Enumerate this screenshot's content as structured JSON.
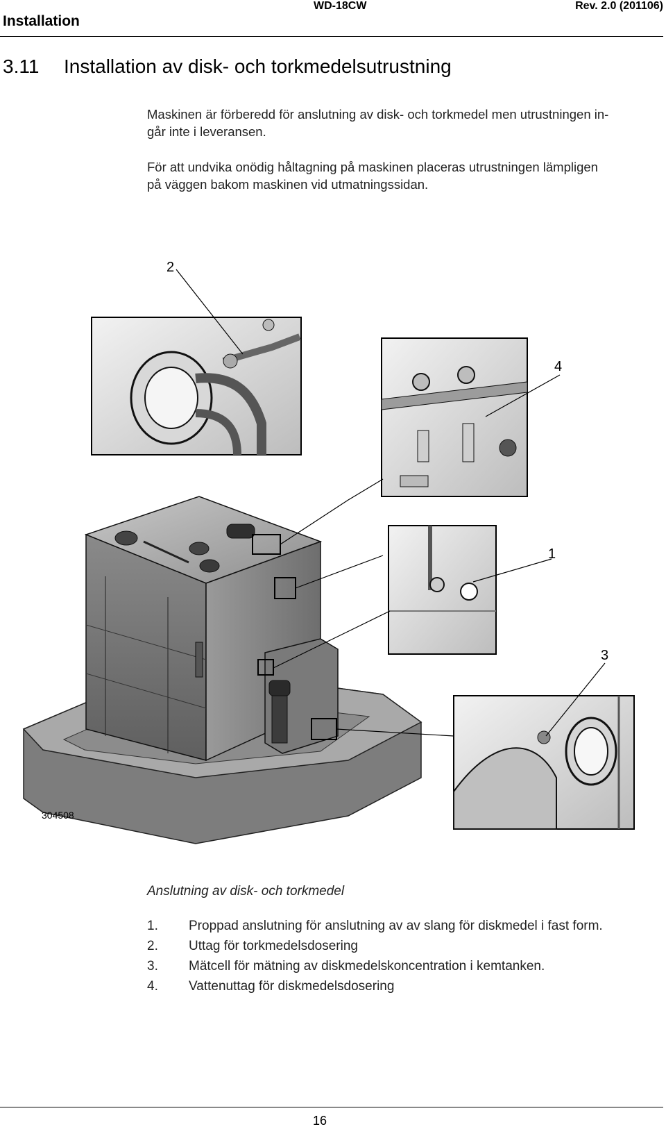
{
  "header": {
    "section": "Installation",
    "model": "WD-18CW",
    "revision": "Rev. 2.0 (201106)"
  },
  "section": {
    "number": "3.11",
    "title": "Installation av disk- och torkmedelsutrustning"
  },
  "paragraphs": {
    "p1_line1": "Maskinen är förberedd för anslutning av disk- och torkmedel men utrustningen in-",
    "p1_line2": "går inte i leveransen.",
    "p2_line1": "För att undvika onödig håltagning på maskinen placeras utrustningen lämpligen",
    "p2_line2": "på väggen bakom maskinen vid utmatningssidan."
  },
  "figure": {
    "callouts": {
      "c1": "1",
      "c2": "2",
      "c3": "3",
      "c4": "4"
    },
    "figure_id": "304508",
    "caption": "Anslutning av disk- och torkmedel"
  },
  "legend": [
    {
      "num": "1.",
      "text": "Proppad anslutning för anslutning av av slang för diskmedel i fast form."
    },
    {
      "num": "2.",
      "text": "Uttag för torkmedelsdosering"
    },
    {
      "num": "3.",
      "text": "Mätcell för mätning av diskmedelskoncentration i kemtanken."
    },
    {
      "num": "4.",
      "text": "Vattenuttag för diskmedelsdosering"
    }
  ],
  "footer": {
    "page": "16"
  }
}
